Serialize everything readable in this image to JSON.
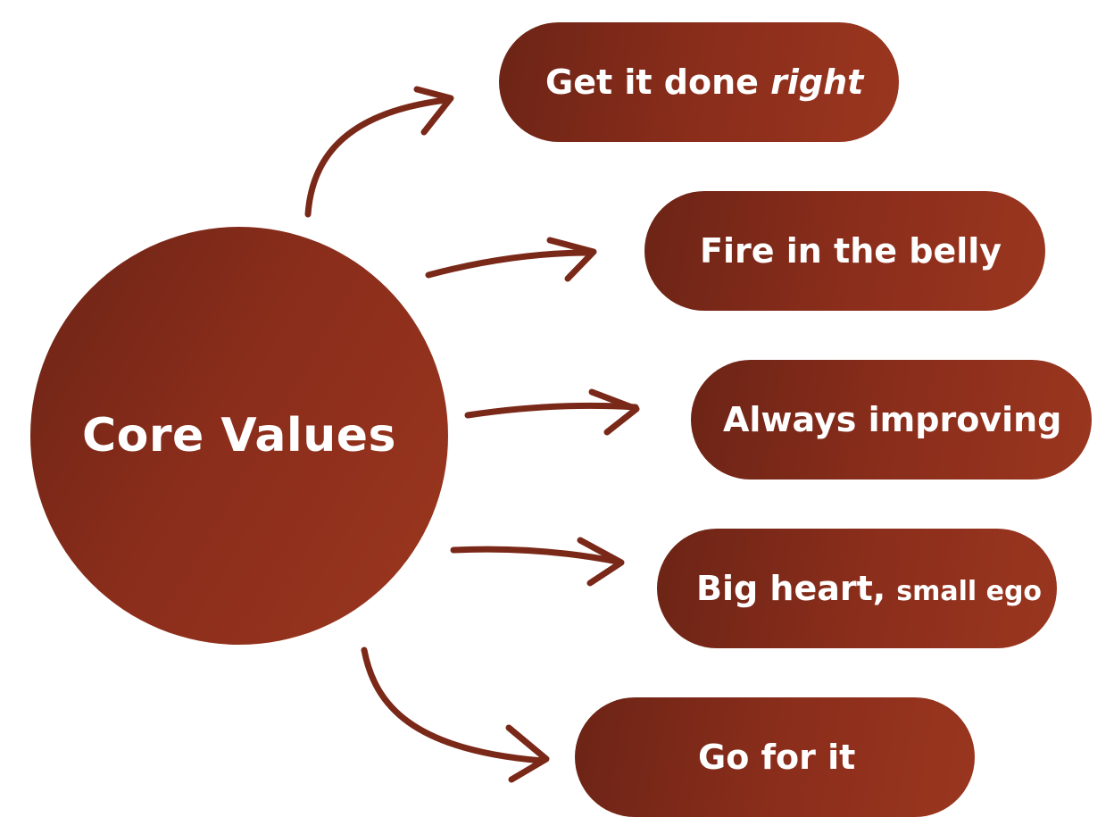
{
  "diagram": {
    "center": {
      "label": "Core Values"
    },
    "values": [
      {
        "main": "Get it done",
        "emphasis": "right"
      },
      {
        "main": "Fire in the belly"
      },
      {
        "main": "Always improving"
      },
      {
        "main": "Big heart,",
        "small": "small ego"
      },
      {
        "main": "Go for it"
      }
    ]
  },
  "colors": {
    "shape_dark": "#6c2416",
    "shape_light": "#9a361f",
    "arrow": "#7a2818",
    "text": "#ffffff"
  }
}
